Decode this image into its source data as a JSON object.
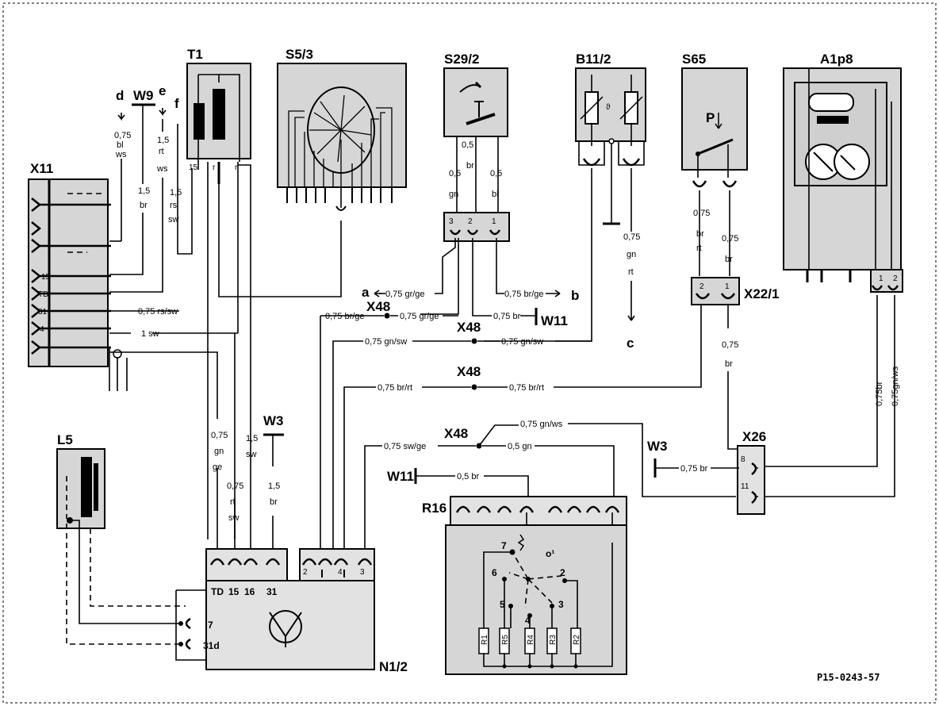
{
  "components": {
    "T1": "T1",
    "S5_3": "S5/3",
    "S29_2": "S29/2",
    "B11_2": "B11/2",
    "S65": "S65",
    "A1p8": "A1p8",
    "X11": "X11",
    "L5": "L5",
    "N1_2": "N1/2",
    "R16": "R16",
    "X26": "X26",
    "X22_1": "X22/1",
    "W9": "W9",
    "W3a": "W3",
    "W3b": "W3",
    "W11a": "W11",
    "W11b": "W11",
    "X48a": "X48",
    "X48b": "X48",
    "X48c": "X48",
    "X48d": "X48"
  },
  "wire_labels": {
    "rs_sw_075": "0,75 rs/sw",
    "sw_1": "1 sw",
    "gr_ge_a": "0,75 gr/ge",
    "br_ge_b": "0,75 br/ge",
    "br_ge_x48": "0,75 br/ge",
    "gr_ge_x48": "0,75 gr/ge",
    "br_w11": "0,75 br",
    "gn_sw_left": "0,75 gn/sw",
    "gn_sw_right": "0,75 gn/sw",
    "br_rt_left": "0,75 br/rt",
    "br_rt_right": "0,75 br/rt",
    "sw_ge": "0,75 sw/ge",
    "gn_ws": "0,75 gn/ws",
    "gn_05": "0,5 gn",
    "br_05": "0,5 br",
    "br_x26": "0,75 br",
    "vert_br": "0,75br",
    "vert_gnws": "0,75gn/ws"
  },
  "stacked_labels": {
    "d_075": "0,75",
    "d_bl": "bl",
    "d_ws": "ws",
    "w9_15": "1,5",
    "w9_br": "br",
    "e_15": "1,5",
    "e_rt": "rt",
    "e_ws": "ws",
    "f_15": "1,5",
    "f_rs": "rs",
    "f_sw": "sw",
    "s29_05a": "0,5",
    "s29_gn": "gn",
    "s29_05b": "0,5",
    "s29_br": "br",
    "s29_05c": "0,5",
    "s29_bl": "bl",
    "b11_075": "0,75",
    "b11_gn": "gn",
    "b11_rt": "rt",
    "s65_075a": "0,75",
    "s65_br": "br",
    "s65_rt": "rt",
    "s65_075b": "0,75",
    "s65_br2": "br",
    "x22_075": "0,75",
    "x22_br": "br",
    "n1_075": "0,75",
    "n1_gn": "gn",
    "n1_ge": "ge",
    "n1_075b": "0,75",
    "n1_rt": "rt",
    "n1_sw": "sw",
    "n1_15": "1,5",
    "n1_sw2": "sw",
    "n1_15b": "1,5",
    "n1_br": "br"
  },
  "letters": {
    "a": "a",
    "b": "b",
    "c": "c",
    "d": "d",
    "e": "e",
    "f": "f"
  },
  "pins": {
    "t1_15": "15",
    "t1_r": "r",
    "t1_p": "r",
    "s29_3": "3",
    "s29_2": "2",
    "s29_1": "1",
    "x22_2": "2",
    "x22_1": "1",
    "a1_1": "1",
    "a1_2": "2",
    "x26_8": "8",
    "x26_11": "11",
    "n1_TD": "TD",
    "n1_15": "15",
    "n1_16": "16",
    "n1_31": "31",
    "n1_2": "2",
    "n1_4": "4",
    "n1_3": "3",
    "l5_7": "7",
    "l5_31d": "31d",
    "x11_15": "15",
    "x11_TD": "TD",
    "x11_31": "31",
    "x11_4": "4",
    "r16_7": "7",
    "r16_6": "6",
    "r16_5": "5",
    "r16_4": "4",
    "r16_3": "3",
    "r16_2": "2",
    "r16_R1": "R1",
    "r16_R5": "R5",
    "r16_R4": "R4",
    "r16_R3": "R3",
    "r16_R2": "R2",
    "r16_o": "o¹",
    "s65_p": "P"
  },
  "figure_ref": "P15-0243-57"
}
